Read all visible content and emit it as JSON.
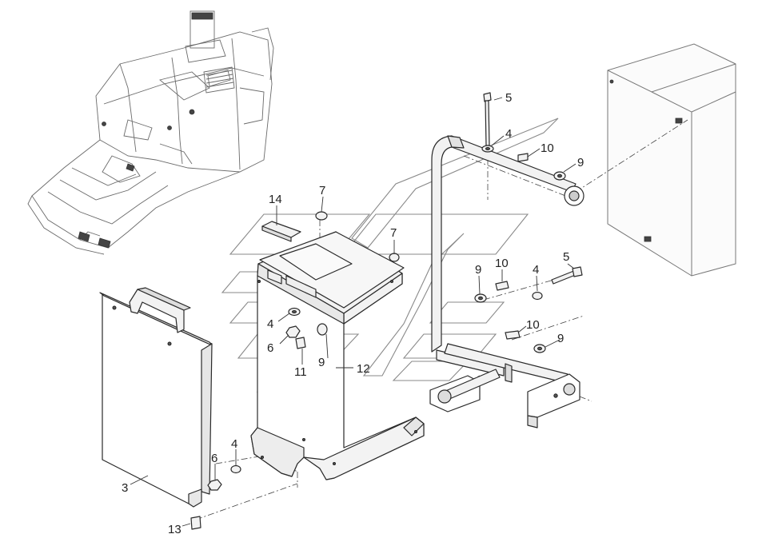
{
  "diagram": {
    "callouts": [
      "5",
      "4",
      "10",
      "9",
      "14",
      "7",
      "7",
      "9",
      "10",
      "4",
      "5",
      "4",
      "6",
      "11",
      "9",
      "12",
      "10",
      "9",
      "3",
      "6",
      "4",
      "13"
    ]
  }
}
